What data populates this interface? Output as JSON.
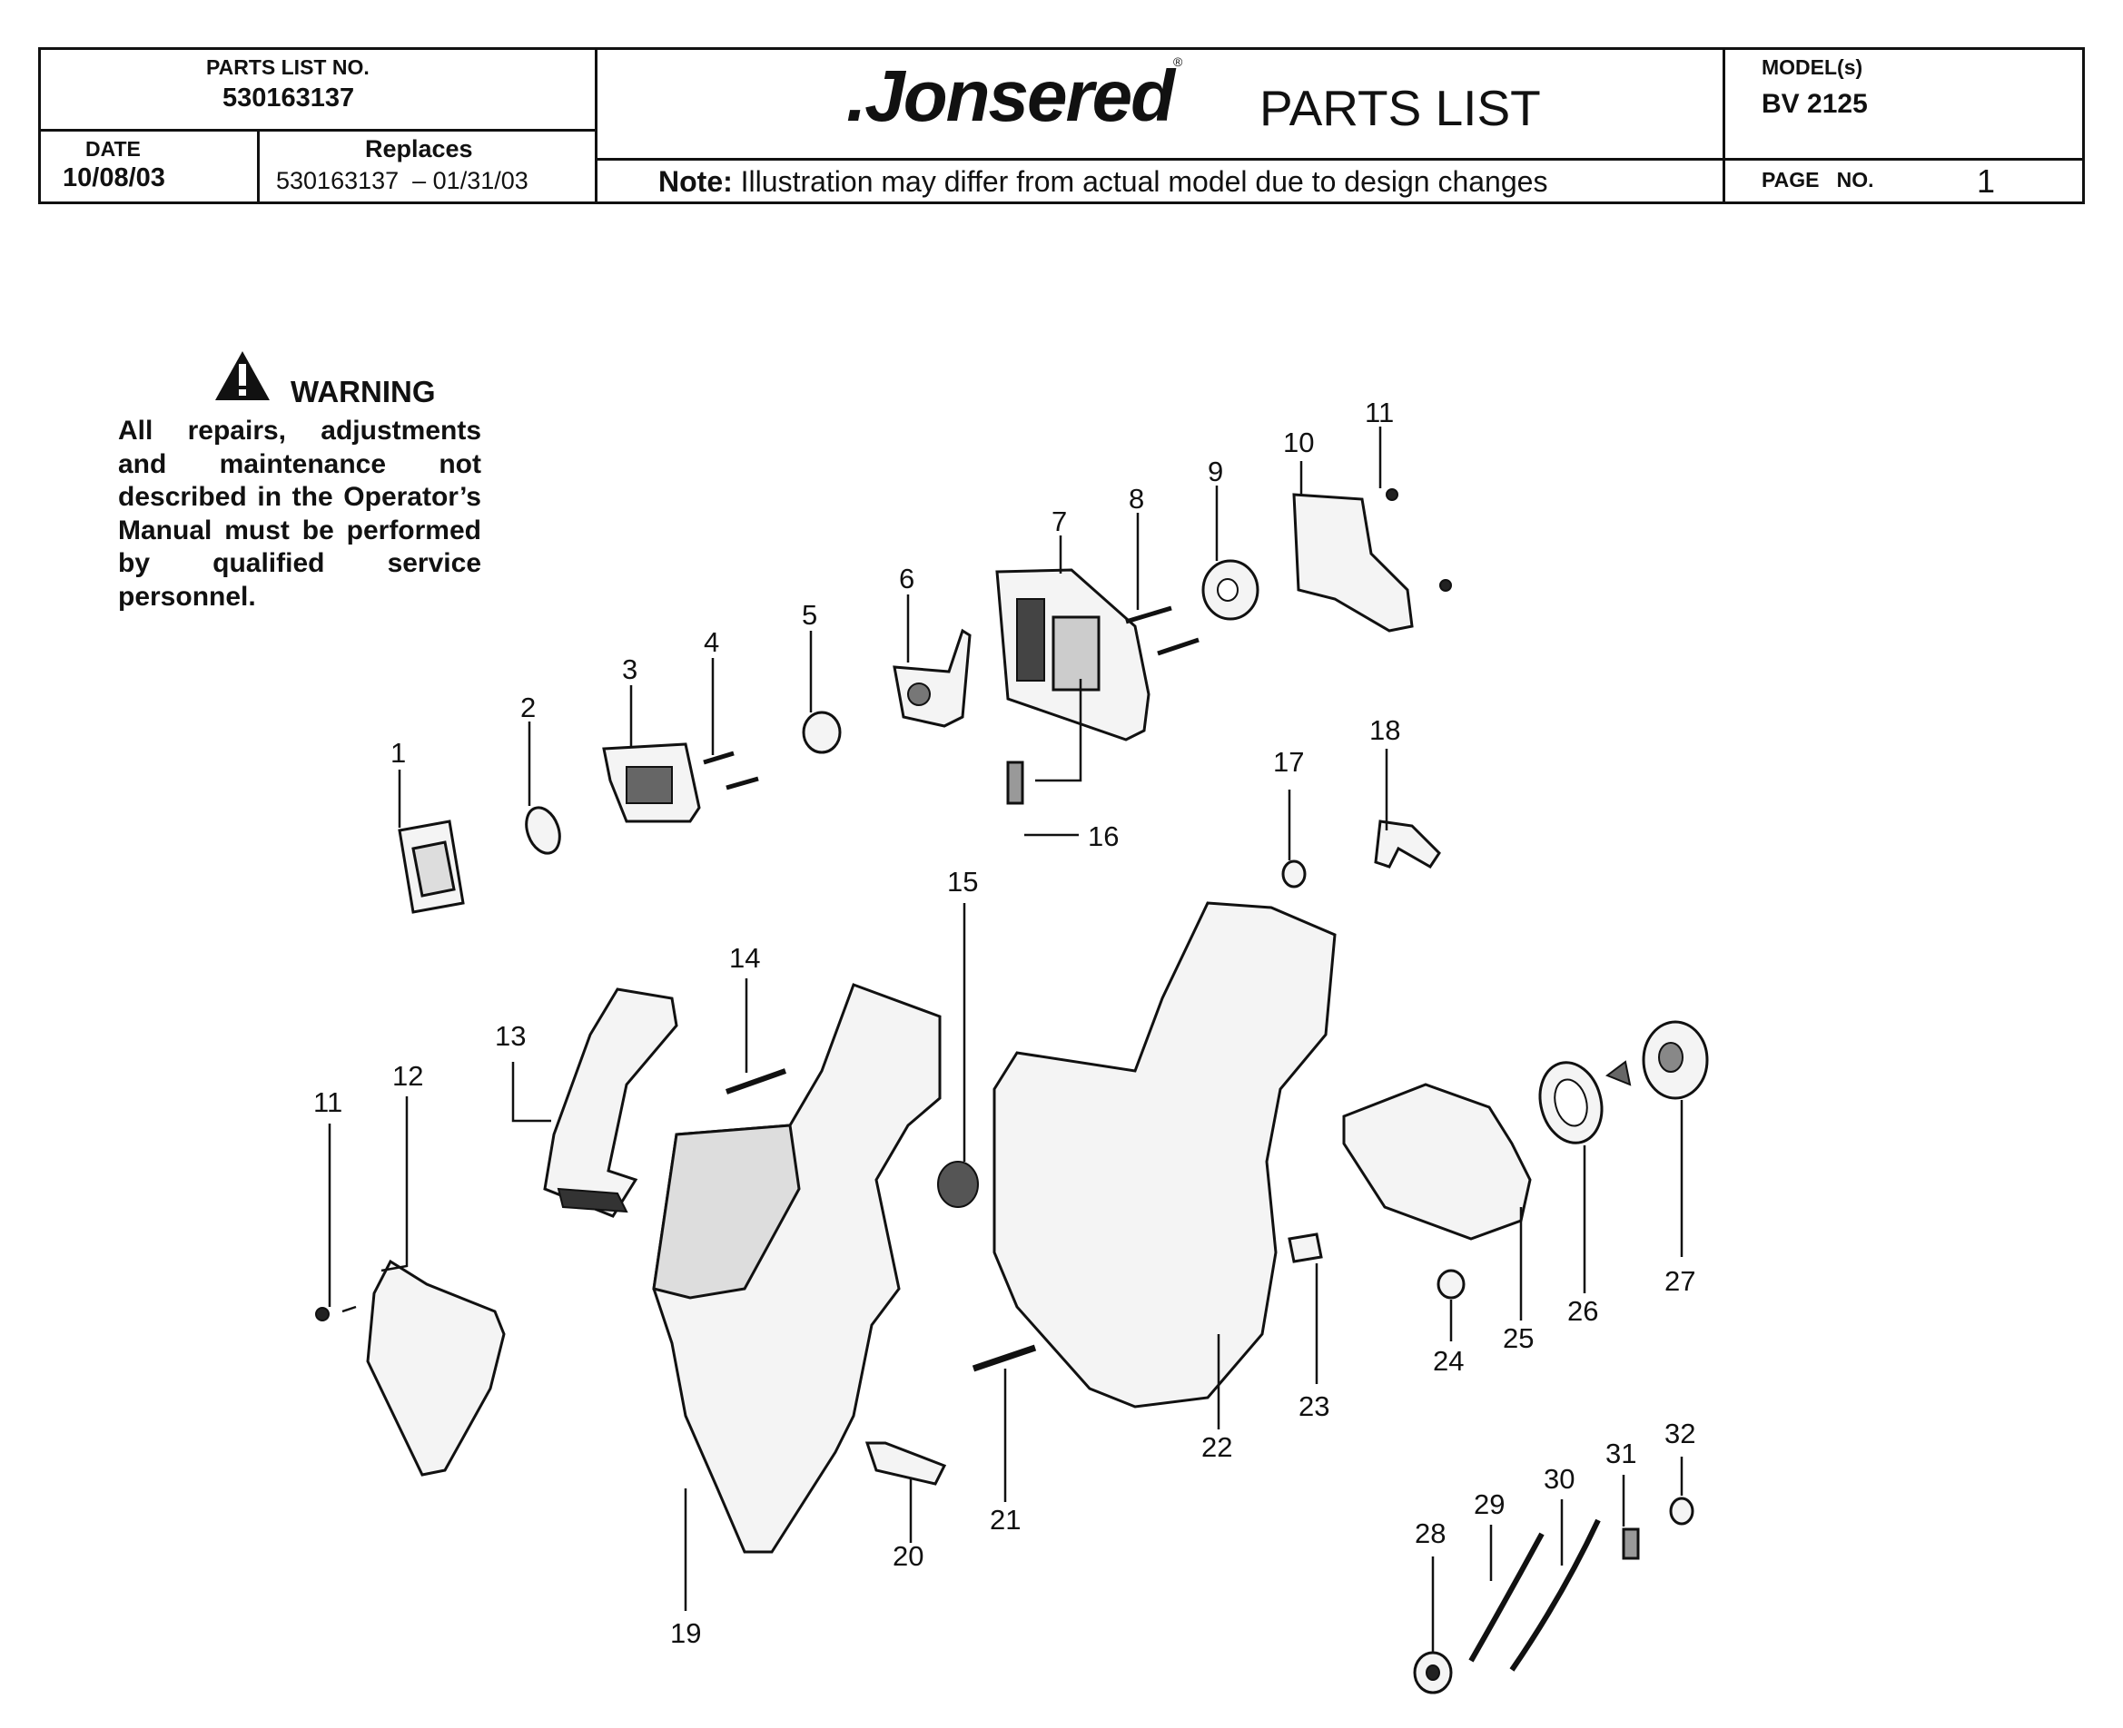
{
  "header": {
    "parts_list_no_label": "PARTS LIST NO.",
    "parts_list_no": "530163137",
    "date_label": "DATE",
    "date": "10/08/03",
    "replaces_label": "Replaces",
    "replaces": "530163137  – 01/31/03",
    "brand": ".Jonsered",
    "registered": "®",
    "title": "PARTS LIST",
    "model_label": "MODEL(s)",
    "model": "BV 2125",
    "note_label": "Note:",
    "note": "Illustration may differ from actual model due to design changes",
    "page_label": "PAGE   NO.",
    "page": "1"
  },
  "warning": {
    "title": "WARNING",
    "text": "All repairs, adjustments and maintenance not described in the Operator’s Manual must be performed by qualified service personnel."
  },
  "callouts": [
    "1",
    "2",
    "3",
    "4",
    "5",
    "6",
    "7",
    "8",
    "9",
    "10",
    "11",
    "18",
    "17",
    "16",
    "15",
    "14",
    "13",
    "12",
    "11",
    "19",
    "20",
    "21",
    "22",
    "23",
    "24",
    "25",
    "26",
    "27",
    "28",
    "29",
    "30",
    "31",
    "32"
  ]
}
